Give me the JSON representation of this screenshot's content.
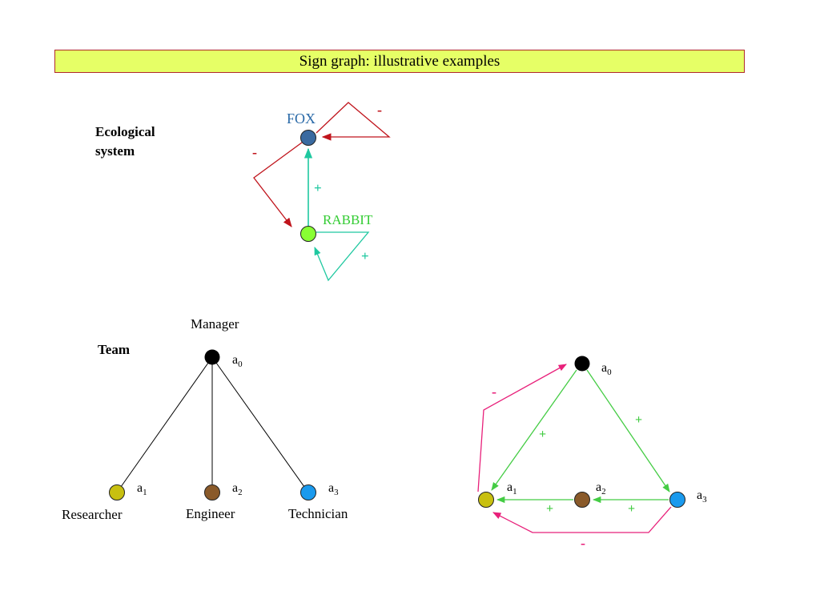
{
  "title": "Sign graph: illustrative examples",
  "colors": {
    "red": "#c0141c",
    "teal": "#1fc8a0",
    "green": "#44cc44",
    "pink": "#e8207a",
    "fox_node": "#3a6aa0",
    "rabbit_node": "#88ff33",
    "manager_node": "#000000",
    "researcher_node": "#c8c010",
    "engineer_node": "#8a5a2a",
    "technician_node": "#1a9aee",
    "fox_label": "#2a6aa8",
    "rabbit_label": "#33cc33"
  },
  "ecological": {
    "section_label_line1": "Ecological",
    "section_label_line2": "system",
    "fox_label": "FOX",
    "rabbit_label": "RABBIT",
    "sign_fox_self": "-",
    "sign_fox_to_rabbit": "-",
    "sign_rabbit_to_fox": "+",
    "sign_rabbit_self": "+"
  },
  "team": {
    "section_label": "Team",
    "manager_role": "Manager",
    "researcher_role": "Researcher",
    "engineer_role": "Engineer",
    "technician_role": "Technician",
    "symbol": "a",
    "idx0": "0",
    "idx1": "1",
    "idx2": "2",
    "idx3": "3"
  },
  "signed": {
    "symbol": "a",
    "idx0": "0",
    "idx1": "1",
    "idx2": "2",
    "idx3": "3",
    "sign_a0_a1": "+",
    "sign_a0_a3": "+",
    "sign_a2_a1": "+",
    "sign_a3_a2": "+",
    "sign_a1_a0": "-",
    "sign_a3_a1": "-"
  }
}
